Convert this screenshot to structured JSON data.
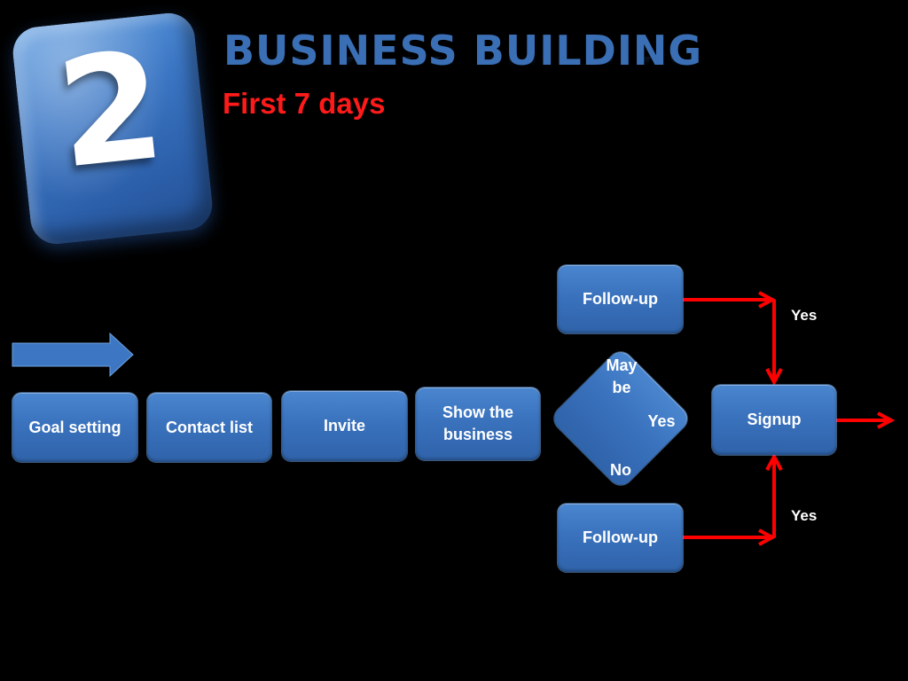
{
  "badge": {
    "number": "2"
  },
  "header": {
    "title": "BUSINESS BUILDING",
    "subtitle": "First 7 days"
  },
  "flow": {
    "steps": {
      "goal_setting": "Goal setting",
      "contact_list": "Contact list",
      "invite": "Invite",
      "show_business": "Show the business",
      "signup": "Signup",
      "follow_up_top": "Follow-up",
      "follow_up_bottom": "Follow-up"
    },
    "decision": {
      "maybe": "May be",
      "yes": "Yes",
      "no": "No"
    },
    "edge_labels": {
      "yes_top": "Yes",
      "yes_bottom": "Yes"
    }
  },
  "colors": {
    "background": "#000000",
    "box_fill": "#3a72bd",
    "title": "#3a6fb5",
    "subtitle": "#ff1a1a",
    "connector": "#ff0000"
  }
}
